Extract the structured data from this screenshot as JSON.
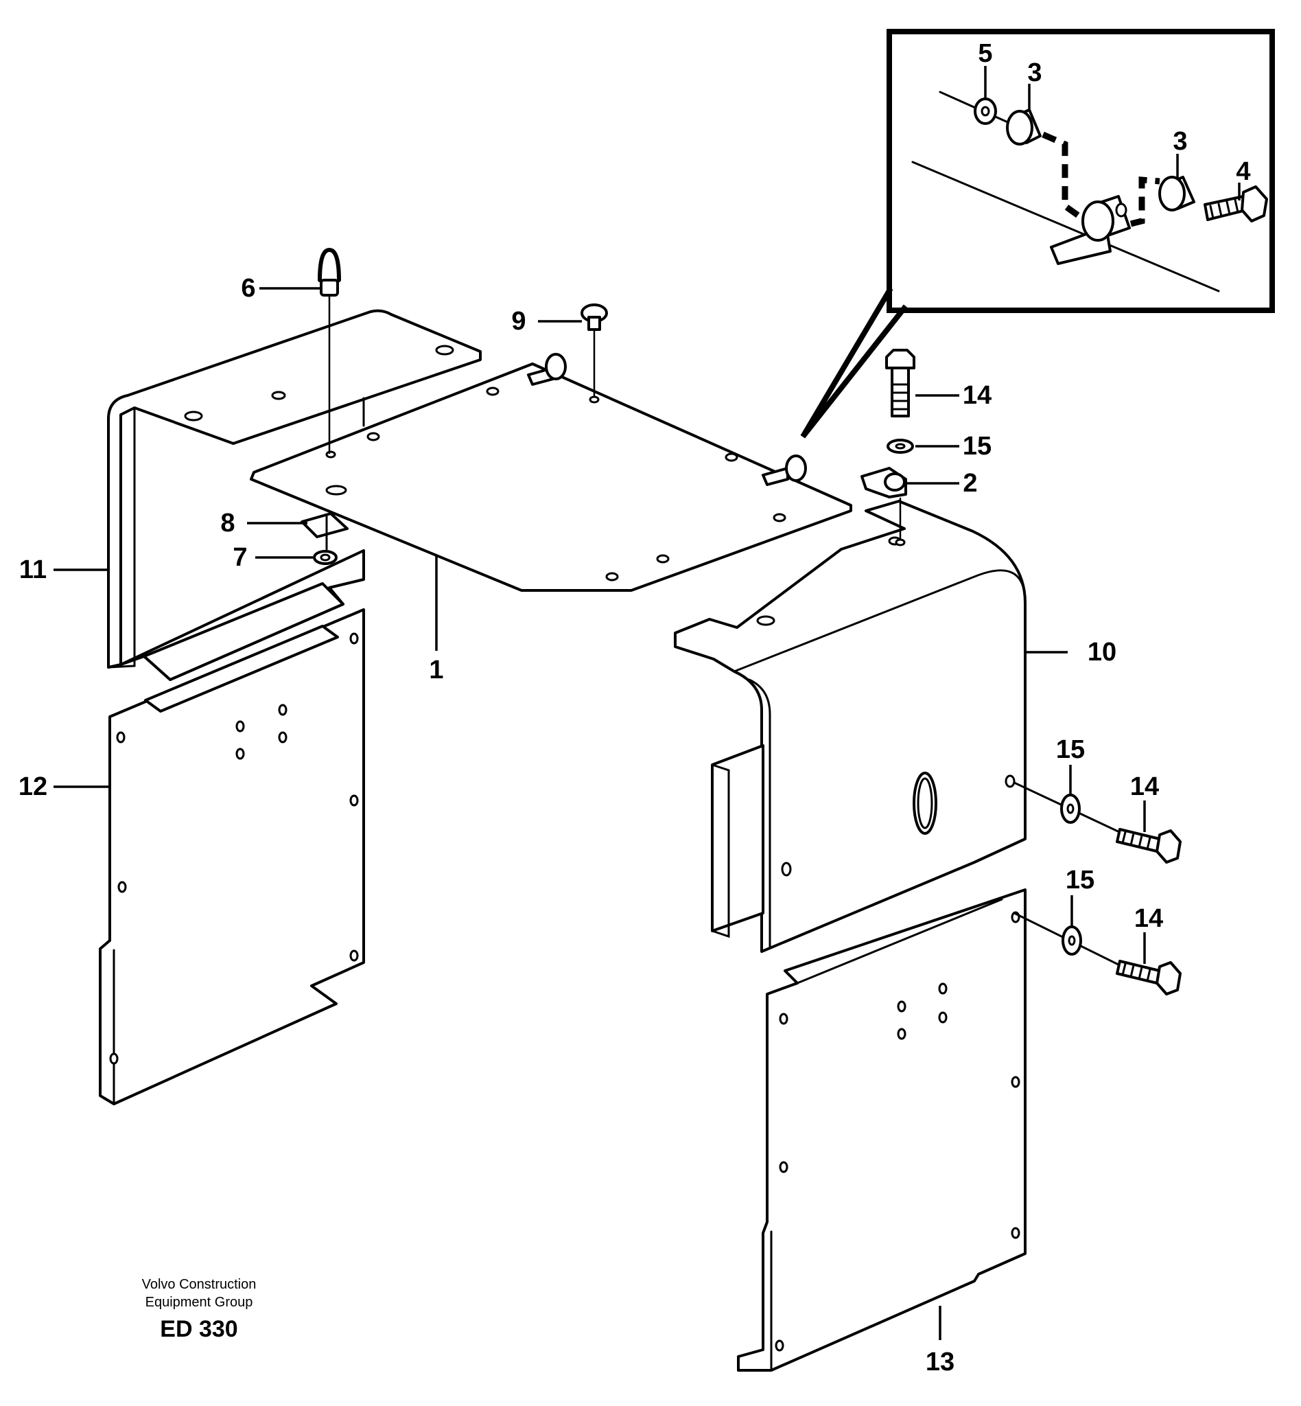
{
  "callouts": {
    "c1": "1",
    "c2": "2",
    "c3a": "3",
    "c3b": "3",
    "c4": "4",
    "c5": "5",
    "c6": "6",
    "c7": "7",
    "c8": "8",
    "c9": "9",
    "c10": "10",
    "c11": "11",
    "c12": "12",
    "c13": "13",
    "c14a": "14",
    "c14b": "14",
    "c14c": "14",
    "c15a": "15",
    "c15b": "15",
    "c15c": "15"
  },
  "footer": {
    "line1": "Volvo Construction",
    "line2": "Equipment Group",
    "code": "ED 330"
  }
}
